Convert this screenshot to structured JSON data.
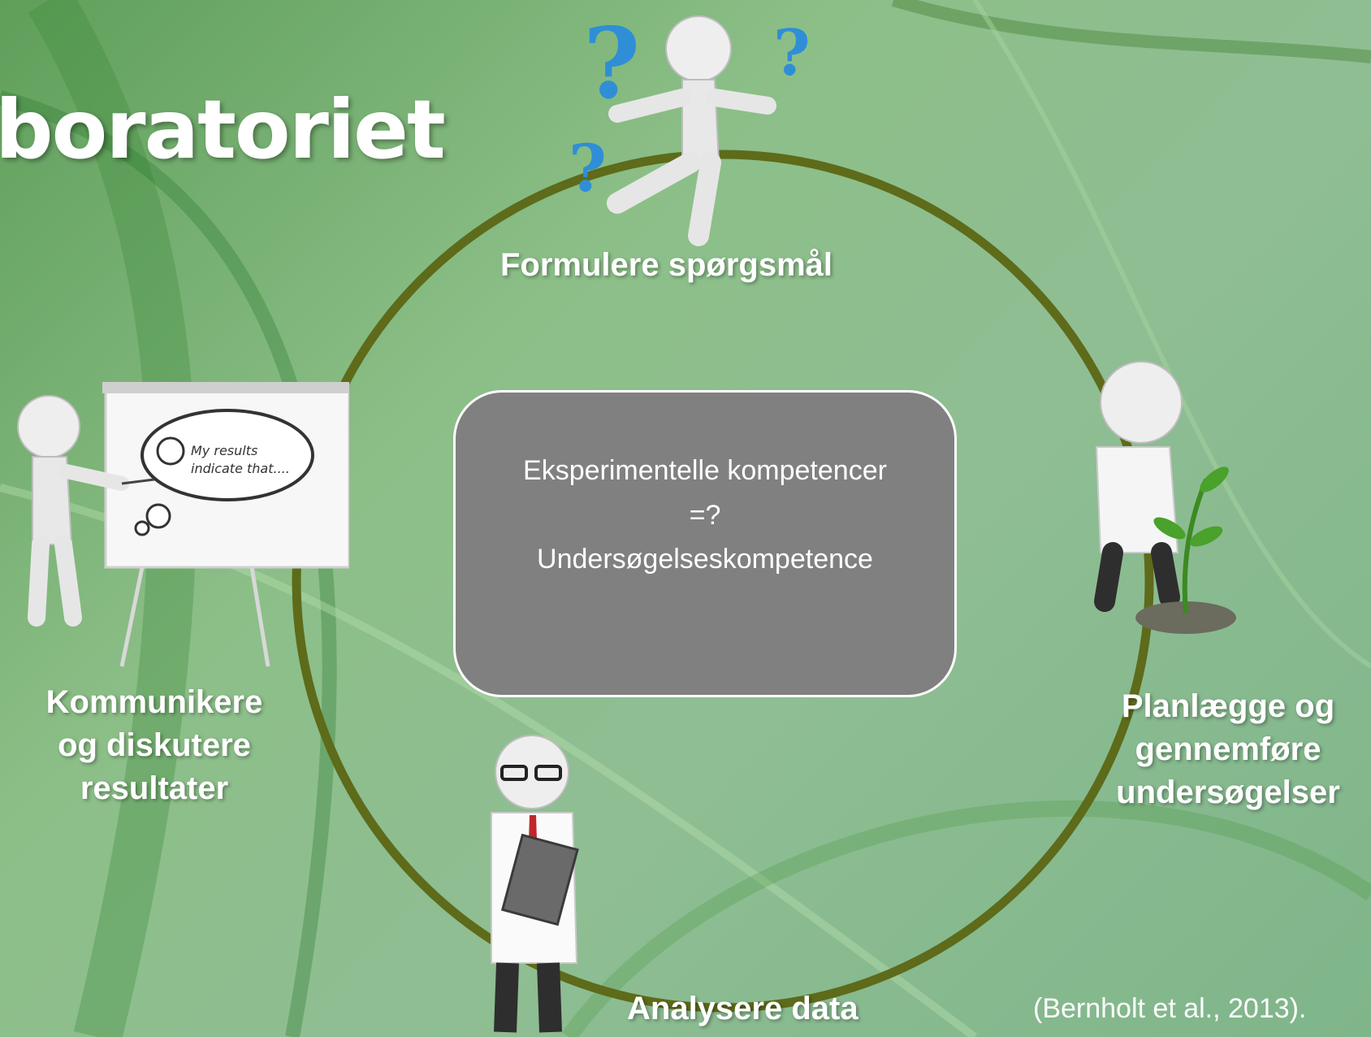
{
  "title": "boratoriet",
  "cycle": {
    "stages": {
      "formulate": "Formulere spørgsmål",
      "plan": [
        "Planlægge og",
        "gennemføre",
        "undersøgelser"
      ],
      "analyse": "Analysere data",
      "communicate": [
        "Kommunikere",
        "og diskutere",
        "resultater"
      ]
    },
    "center": [
      "Eksperimentelle kompetencer",
      "=?",
      "Undersøgelseskompetence"
    ],
    "ring_color": "#5d6b1a",
    "center_fill": "#808080"
  },
  "easel_note": [
    "My results",
    "indicate that...."
  ],
  "citation": "(Bernholt et al., 2013)."
}
